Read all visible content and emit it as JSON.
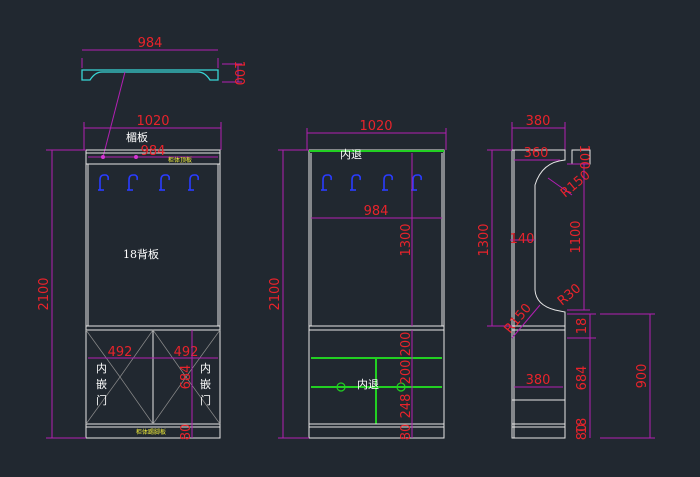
{
  "drawing": {
    "top_detail": {
      "width": "984",
      "height": "100"
    },
    "front_view": {
      "overall_width": "1020",
      "inner_width": "984",
      "overall_height": "2100",
      "label_top_board": "楣板",
      "label_top_strip": "柜体顶板",
      "label_back_panel": "18背板",
      "door_width_left": "492",
      "door_width_right": "492",
      "door_height": "684",
      "plinth_height": "80",
      "label_inset_door_left": "内嵌门",
      "label_inset_door_right": "内嵌门",
      "label_kick_board": "柜体踢脚板"
    },
    "middle_view": {
      "overall_width": "1020",
      "inner_width": "984",
      "overall_height": "2100",
      "label_recess": "内退",
      "label_recess_lower": "内退",
      "upper_height": "1300",
      "h_200_a": "200",
      "h_200_b": "200",
      "h_248": "248",
      "plinth_height": "80"
    },
    "side_view": {
      "depth_top": "380",
      "inner_depth": "360",
      "radius_top": "R150",
      "height_left": "1300",
      "height_140": "140",
      "height_1100": "1100",
      "height_100": "100",
      "radius_small": "R30",
      "radius_lower": "R150",
      "depth_bottom": "380",
      "h_18_a": "18",
      "h_684": "684",
      "h_18_b": "18",
      "h_80": "80",
      "h_900": "900"
    }
  },
  "colors": {
    "background": "#212830",
    "dimension": "#e8232b",
    "extension_line": "#b21fb2",
    "outline": "#e6e6e6",
    "shelf": "#22d022",
    "hook": "#2a3cff",
    "crown": "#38d6d6",
    "label_small": "#f2ee3a"
  }
}
